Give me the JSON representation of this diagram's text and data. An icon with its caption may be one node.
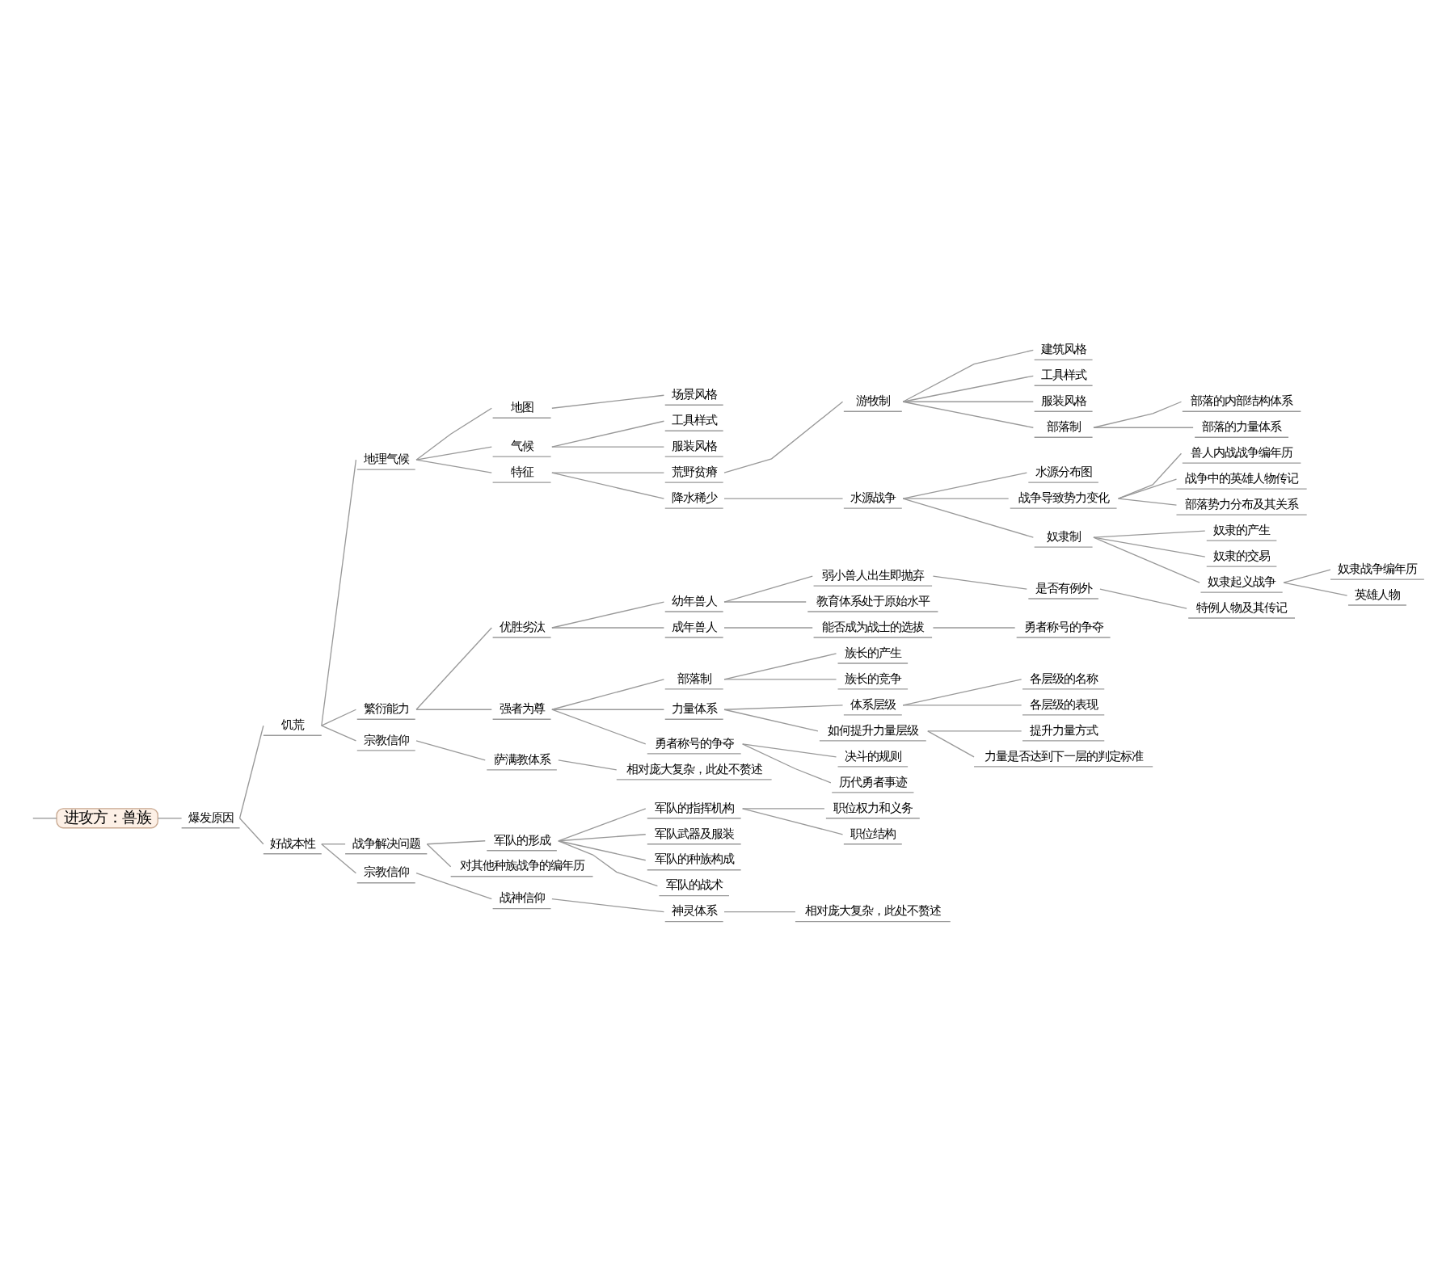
{
  "diagram": {
    "nodes": [
      {
        "text": [
          "进攻方：兽族"
        ]
      },
      {
        "text": [
          "爆发原因"
        ]
      },
      {
        "text": [
          "饥荒"
        ]
      },
      {
        "text": [
          "地理气候"
        ]
      },
      {
        "text": [
          "地图"
        ]
      },
      {
        "text": [
          "场景风格"
        ]
      },
      {
        "text": [
          "气候"
        ]
      },
      {
        "text": [
          "工具样式"
        ]
      },
      {
        "text": [
          "服装风格"
        ]
      },
      {
        "text": [
          "特征"
        ]
      },
      {
        "text": [
          "荒野贫瘠"
        ]
      },
      {
        "text": [
          "游牧制"
        ]
      },
      {
        "text": [
          "建筑风格"
        ]
      },
      {
        "text": [
          "工具样式"
        ]
      },
      {
        "text": [
          "服装风格"
        ]
      },
      {
        "text": [
          "部落制"
        ]
      },
      {
        "text": [
          "部落的内部结构体系"
        ]
      },
      {
        "text": [
          "部落的力量体系"
        ]
      },
      {
        "text": [
          "降水稀少"
        ]
      },
      {
        "text": [
          "水源战争"
        ]
      },
      {
        "text": [
          "水源分布图"
        ]
      },
      {
        "text": [
          "战争导致势力变化"
        ]
      },
      {
        "text": [
          "兽人内战战争编年历"
        ]
      },
      {
        "text": [
          "战争中的英雄人物传记"
        ]
      },
      {
        "text": [
          "部落势力分布及其关系"
        ]
      },
      {
        "text": [
          "奴隶制"
        ]
      },
      {
        "text": [
          "奴隶的产生"
        ]
      },
      {
        "text": [
          "奴隶的交易"
        ]
      },
      {
        "text": [
          "奴隶起义战争"
        ]
      },
      {
        "text": [
          "奴隶战争编年历"
        ]
      },
      {
        "text": [
          "英雄人物"
        ]
      },
      {
        "text": [
          "繁衍能力"
        ]
      },
      {
        "text": [
          "优胜劣汰"
        ]
      },
      {
        "text": [
          "幼年兽人"
        ]
      },
      {
        "text": [
          "弱小兽人出生即抛弃"
        ]
      },
      {
        "text": [
          "是否有例外"
        ]
      },
      {
        "text": [
          "特例人物及其传记"
        ]
      },
      {
        "text": [
          "教育体系处于原始水平"
        ]
      },
      {
        "text": [
          "成年兽人"
        ]
      },
      {
        "text": [
          "能否成为战士的选拔"
        ]
      },
      {
        "text": [
          "勇者称号的争夺"
        ]
      },
      {
        "text": [
          "强者为尊"
        ]
      },
      {
        "text": [
          "部落制"
        ]
      },
      {
        "text": [
          "族长的产生"
        ]
      },
      {
        "text": [
          "族长的竞争"
        ]
      },
      {
        "text": [
          "力量体系"
        ]
      },
      {
        "text": [
          "体系层级"
        ]
      },
      {
        "text": [
          "各层级的名称"
        ]
      },
      {
        "text": [
          "各层级的表现"
        ]
      },
      {
        "text": [
          "如何提升力量层级"
        ]
      },
      {
        "text": [
          "提升力量方式"
        ]
      },
      {
        "text": [
          "力量是否达到下一层的判定标准"
        ]
      },
      {
        "text": [
          "勇者称号的争夺"
        ]
      },
      {
        "text": [
          "决斗的规则"
        ]
      },
      {
        "text": [
          "历代勇者事迹"
        ]
      },
      {
        "text": [
          "宗教信仰"
        ]
      },
      {
        "text": [
          "萨满教体系"
        ]
      },
      {
        "text": [
          "相对庞大复杂，此处不赘述"
        ]
      },
      {
        "text": [
          "好战本性"
        ]
      },
      {
        "text": [
          "战争解决问题"
        ]
      },
      {
        "text": [
          "军队的形成"
        ]
      },
      {
        "text": [
          "军队的指挥机构"
        ]
      },
      {
        "text": [
          "职位权力和义务"
        ]
      },
      {
        "text": [
          "职位结构"
        ]
      },
      {
        "text": [
          "军队武器及服装"
        ]
      },
      {
        "text": [
          "军队的种族构成"
        ]
      },
      {
        "text": [
          "军队的战术"
        ]
      },
      {
        "text": [
          "对其他种族战争的编年历"
        ]
      },
      {
        "text": [
          "宗教信仰"
        ]
      },
      {
        "text": [
          "战神信仰"
        ]
      },
      {
        "text": [
          "神灵体系"
        ]
      },
      {
        "text": [
          "相对庞大复杂，此处不赘述"
        ]
      }
    ],
    "edges": [
      {
        "from": null,
        "to": 0,
        "arrow": "none"
      },
      {
        "from": 0,
        "to": 1,
        "arrow": "none"
      },
      {
        "from": 1,
        "to": 2,
        "arrow": "none"
      },
      {
        "from": 2,
        "to": 3,
        "arrow": "none"
      },
      {
        "from": 3,
        "to": 4,
        "arrow": "none"
      },
      {
        "from": 4,
        "to": 5,
        "arrow": "none"
      },
      {
        "from": 3,
        "to": 6,
        "arrow": "none"
      },
      {
        "from": 6,
        "to": 7,
        "arrow": "none"
      },
      {
        "from": 6,
        "to": 8,
        "arrow": "none"
      },
      {
        "from": 3,
        "to": 9,
        "arrow": "none"
      },
      {
        "from": 9,
        "to": 10,
        "arrow": "none"
      },
      {
        "from": 10,
        "to": 11,
        "arrow": "none"
      },
      {
        "from": 11,
        "to": 12,
        "arrow": "none"
      },
      {
        "from": 11,
        "to": 13,
        "arrow": "none"
      },
      {
        "from": 11,
        "to": 14,
        "arrow": "none"
      },
      {
        "from": 11,
        "to": 15,
        "arrow": "none"
      },
      {
        "from": 15,
        "to": 16,
        "arrow": "none"
      },
      {
        "from": 15,
        "to": 17,
        "arrow": "none"
      },
      {
        "from": 9,
        "to": 18,
        "arrow": "none"
      },
      {
        "from": 18,
        "to": 19,
        "arrow": "none"
      },
      {
        "from": 19,
        "to": 20,
        "arrow": "none"
      },
      {
        "from": 19,
        "to": 21,
        "arrow": "none"
      },
      {
        "from": 21,
        "to": 22,
        "arrow": "none"
      },
      {
        "from": 21,
        "to": 23,
        "arrow": "none"
      },
      {
        "from": 21,
        "to": 24,
        "arrow": "none"
      },
      {
        "from": 19,
        "to": 25,
        "arrow": "none"
      },
      {
        "from": 25,
        "to": 26,
        "arrow": "none"
      },
      {
        "from": 25,
        "to": 27,
        "arrow": "none"
      },
      {
        "from": 25,
        "to": 28,
        "arrow": "none"
      },
      {
        "from": 28,
        "to": 29,
        "arrow": "none"
      },
      {
        "from": 28,
        "to": 30,
        "arrow": "none"
      },
      {
        "from": 2,
        "to": 31,
        "arrow": "none"
      },
      {
        "from": 31,
        "to": 32,
        "arrow": "none"
      },
      {
        "from": 32,
        "to": 33,
        "arrow": "none"
      },
      {
        "from": 33,
        "to": 34,
        "arrow": "none"
      },
      {
        "from": 34,
        "to": 35,
        "arrow": "none"
      },
      {
        "from": 35,
        "to": 36,
        "arrow": "none"
      },
      {
        "from": 33,
        "to": 37,
        "arrow": "none"
      },
      {
        "from": 32,
        "to": 38,
        "arrow": "none"
      },
      {
        "from": 38,
        "to": 39,
        "arrow": "none"
      },
      {
        "from": 39,
        "to": 40,
        "arrow": "none"
      },
      {
        "from": 31,
        "to": 41,
        "arrow": "none"
      },
      {
        "from": 41,
        "to": 42,
        "arrow": "none"
      },
      {
        "from": 42,
        "to": 43,
        "arrow": "none"
      },
      {
        "from": 42,
        "to": 44,
        "arrow": "none"
      },
      {
        "from": 41,
        "to": 45,
        "arrow": "none"
      },
      {
        "from": 45,
        "to": 46,
        "arrow": "none"
      },
      {
        "from": 46,
        "to": 47,
        "arrow": "none"
      },
      {
        "from": 46,
        "to": 48,
        "arrow": "none"
      },
      {
        "from": 45,
        "to": 49,
        "arrow": "none"
      },
      {
        "from": 49,
        "to": 50,
        "arrow": "none"
      },
      {
        "from": 49,
        "to": 51,
        "arrow": "none"
      },
      {
        "from": 41,
        "to": 52,
        "arrow": "none"
      },
      {
        "from": 52,
        "to": 53,
        "arrow": "none"
      },
      {
        "from": 52,
        "to": 54,
        "arrow": "none"
      },
      {
        "from": 2,
        "to": 55,
        "arrow": "none"
      },
      {
        "from": 55,
        "to": 56,
        "arrow": "none"
      },
      {
        "from": 56,
        "to": 57,
        "arrow": "none"
      },
      {
        "from": 1,
        "to": 58,
        "arrow": "none"
      },
      {
        "from": 58,
        "to": 59,
        "arrow": "none"
      },
      {
        "from": 59,
        "to": 60,
        "arrow": "none"
      },
      {
        "from": 60,
        "to": 61,
        "arrow": "none"
      },
      {
        "from": 61,
        "to": 62,
        "arrow": "none"
      },
      {
        "from": 61,
        "to": 63,
        "arrow": "none"
      },
      {
        "from": 60,
        "to": 64,
        "arrow": "none"
      },
      {
        "from": 60,
        "to": 65,
        "arrow": "none"
      },
      {
        "from": 60,
        "to": 66,
        "arrow": "none"
      },
      {
        "from": 59,
        "to": 67,
        "arrow": "none"
      },
      {
        "from": 58,
        "to": 68,
        "arrow": "none"
      },
      {
        "from": 68,
        "to": 69,
        "arrow": "none"
      },
      {
        "from": 69,
        "to": 70,
        "arrow": "none"
      },
      {
        "from": 70,
        "to": 71,
        "arrow": "none"
      }
    ]
  }
}
